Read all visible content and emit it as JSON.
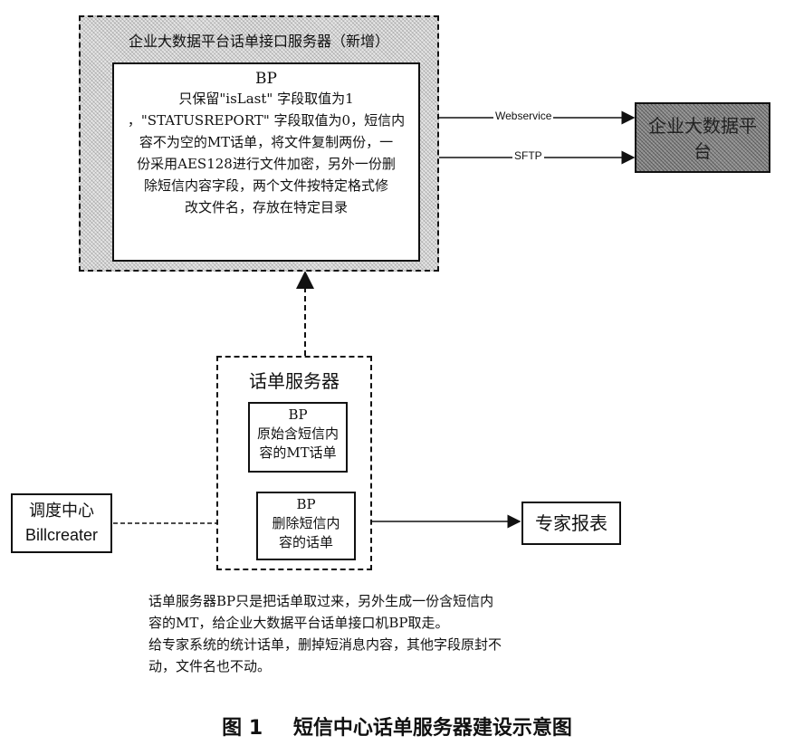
{
  "enterprise_server": {
    "title": "企业大数据平台话单接口服务器（新增）",
    "bp_label": "BP",
    "bp_desc_lines": [
      "只保留\"isLast\" 字段取值为1",
      "，\"STATUSREPORT\" 字段取值为0，短信内",
      "容不为空的MT话单，将文件复制两份，一",
      "份采用AES128进行文件加密，另外一份删",
      "除短信内容字段，两个文件按特定格式修",
      "改文件名，存放在特定目录"
    ]
  },
  "platform": {
    "label": "企业大数据平台"
  },
  "links": {
    "webservice": "Webservice",
    "sftp": "SFTP"
  },
  "bill_server": {
    "title": "话单服务器",
    "bp1": {
      "label": "BP",
      "lines": [
        "原始含短信内",
        "容的MT话单"
      ]
    },
    "bp2": {
      "label": "BP",
      "lines": [
        "删除短信内",
        "容的话单"
      ]
    }
  },
  "scheduler": {
    "line1": "调度中心",
    "line2": "Billcreater"
  },
  "expert": {
    "label": "专家报表"
  },
  "notes": [
    "话单服务器BP只是把话单取过来，另外生成一份含短信内",
    "容的MT，给企业大数据平台话单接口机BP取走。",
    "给专家系统的统计话单，删掉短消息内容，其他字段原封不",
    "动，文件名也不动。"
  ],
  "caption": {
    "fig": "图 1",
    "text": "短信中心话单服务器建设示意图"
  }
}
